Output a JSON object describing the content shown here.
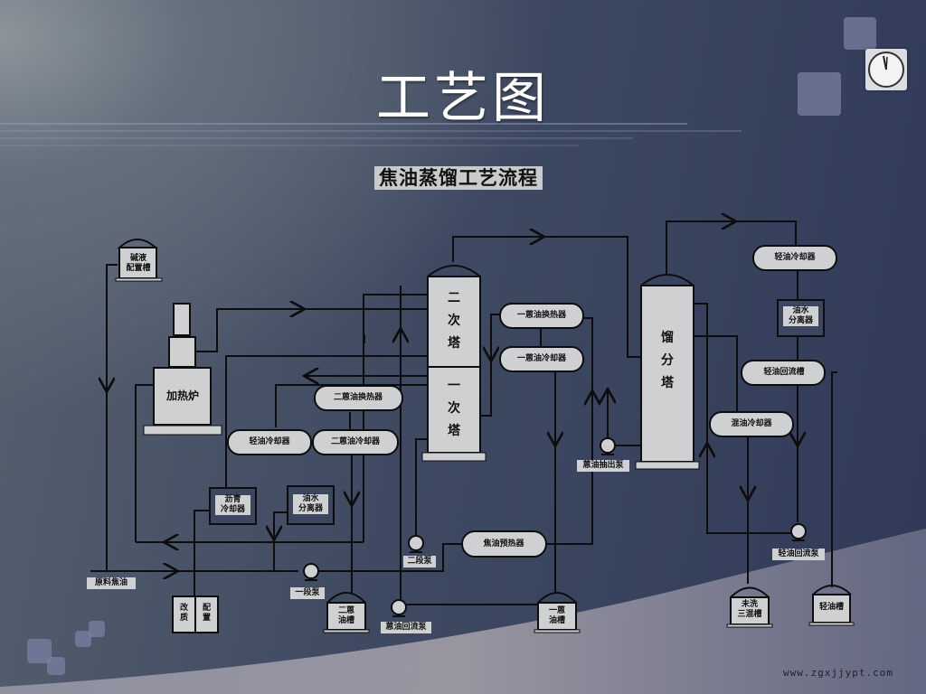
{
  "slide": {
    "title": "工艺图",
    "subtitle": "焦油蒸馏工艺流程",
    "footer_url": "www.zgxjjypt.com",
    "decor_icon": "clock-icon"
  },
  "colors": {
    "equipment_fill": "#cfd0d2",
    "line": "#0d0d0d",
    "background": "#3c4660",
    "title_text": "#ffffff"
  },
  "equipment": {
    "alkali_tank": "碱液\n配置槽",
    "furnace": "加热炉",
    "secondary_tower": "二\n次\n塔",
    "primary_tower": "一\n次\n塔",
    "fractionation_tower": "馏\n分\n塔",
    "ii_anthracene_heat_exchanger": "二蒽油换热器",
    "ii_anthracene_cooler": "二蒽油冷却器",
    "light_oil_cooler_left": "轻油冷却器",
    "i_anthracene_heat_exchanger": "一蒽油换热器",
    "i_anthracene_cooler": "一蒽油冷却器",
    "light_oil_cooler_right": "轻油冷却器",
    "oil_water_separator_right": "油水\n分离器",
    "light_oil_reflux_tank": "轻油回流槽",
    "mixed_oil_cooler": "混油冷却器",
    "pitch_cooler": "沥青\n冷却器",
    "oil_water_separator_left": "油水\n分离器",
    "tar_preheater": "焦油预热器",
    "modification": "改\n质",
    "configuration": "配\n置",
    "ii_anthracene_tank": "二蒽\n油槽",
    "i_anthracene_tank": "一蒽\n油槽",
    "unwashed_mixed_tank": "未洗\n三混槽",
    "light_oil_tank": "轻油槽"
  },
  "labels": {
    "raw_tar": "原料焦油",
    "stage1_pump": "一段泵",
    "stage2_pump": "二段泵",
    "anthracene_reflux_pump": "蒽油回流泵",
    "anthracene_draw_pump": "蒽油抽出泵",
    "light_oil_reflux_pump": "轻油回流泵"
  }
}
